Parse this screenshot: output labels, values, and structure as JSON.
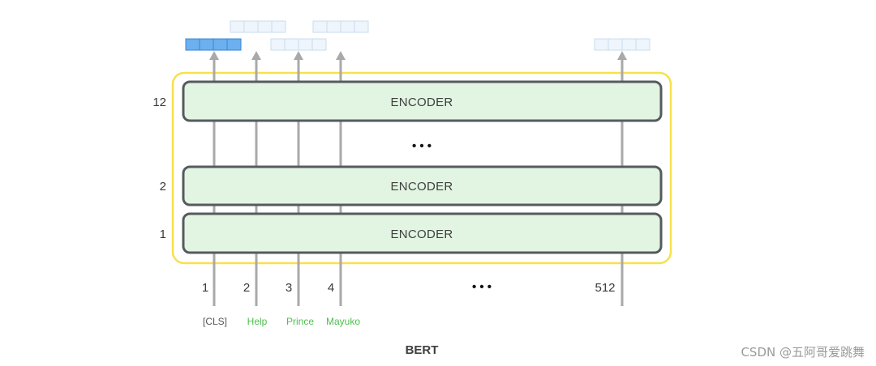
{
  "figure": {
    "caption": "BERT",
    "watermark": "CSDN @五阿哥爱跳舞"
  },
  "encoders": [
    {
      "layer": "12",
      "label": "ENCODER"
    },
    {
      "layer": "2",
      "label": "ENCODER"
    },
    {
      "layer": "1",
      "label": "ENCODER"
    }
  ],
  "ellipsis": "• • •",
  "positions": [
    "1",
    "2",
    "3",
    "4",
    "512"
  ],
  "tokens": [
    "[CLS]",
    "Help",
    "Prince",
    "Mayuko"
  ],
  "colors": {
    "encoder_fill": "#e2f5e2",
    "encoder_stroke": "#555b5e",
    "bert_frame": "#f7e14a",
    "arrow": "#a9a9a9",
    "cls_vector_fill": "#6cb0f0",
    "cls_vector_stroke": "#3a86d6",
    "output_vector_fill": "#eef5fc",
    "output_vector_stroke": "#c9dcef",
    "token_cls": "#555555",
    "token_word": "#4dbf4d"
  }
}
